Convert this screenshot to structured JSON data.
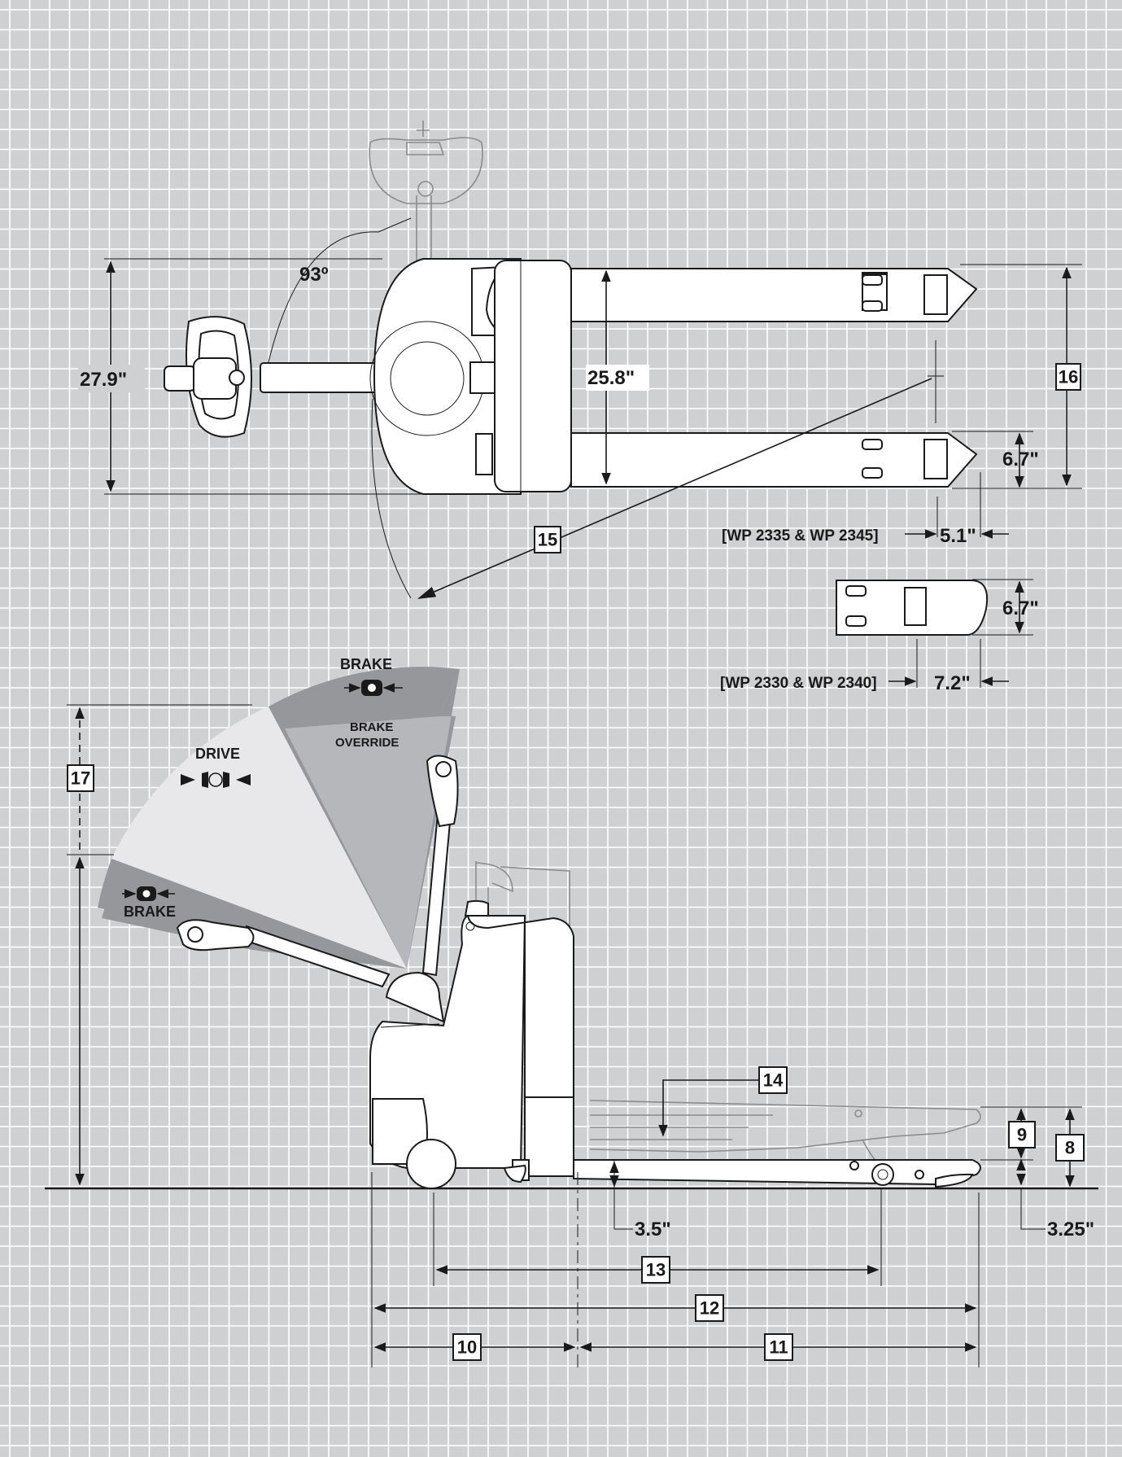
{
  "colors": {
    "background": "#cfd0d2",
    "grid": "#ffffff",
    "brake_sector": "#96979a",
    "override_sector": "#b6b7ba",
    "drive_sector": "#e8e8ea",
    "line": "#1a1a1a"
  },
  "top_view": {
    "handle_angle": "93º",
    "overall_width": "27.9\"",
    "fork_spread": "25.8\"",
    "fork_width": "6.7\"",
    "tip_length_a": "5.1\"",
    "models_a": "[WP 2335 & WP 2345]",
    "fork_width_b": "6.7\"",
    "tip_length_b": "7.2\"",
    "models_b": "[WP 2330 & WP 2340]"
  },
  "side_view": {
    "brake_top": "BRAKE",
    "brake_override": [
      "BRAKE",
      "OVERRIDE"
    ],
    "drive": "DRIVE",
    "brake_bottom": "BRAKE",
    "fork_height": "3.5\"",
    "fork_lowered": "3.25\""
  },
  "callouts": {
    "c8": "8",
    "c9": "9",
    "c10": "10",
    "c11": "11",
    "c12": "12",
    "c13": "13",
    "c14": "14",
    "c15": "15",
    "c16": "16",
    "c17": "17"
  },
  "icons": {
    "brake": "brake-symbol-icon",
    "drive": "drive-symbol-icon"
  }
}
